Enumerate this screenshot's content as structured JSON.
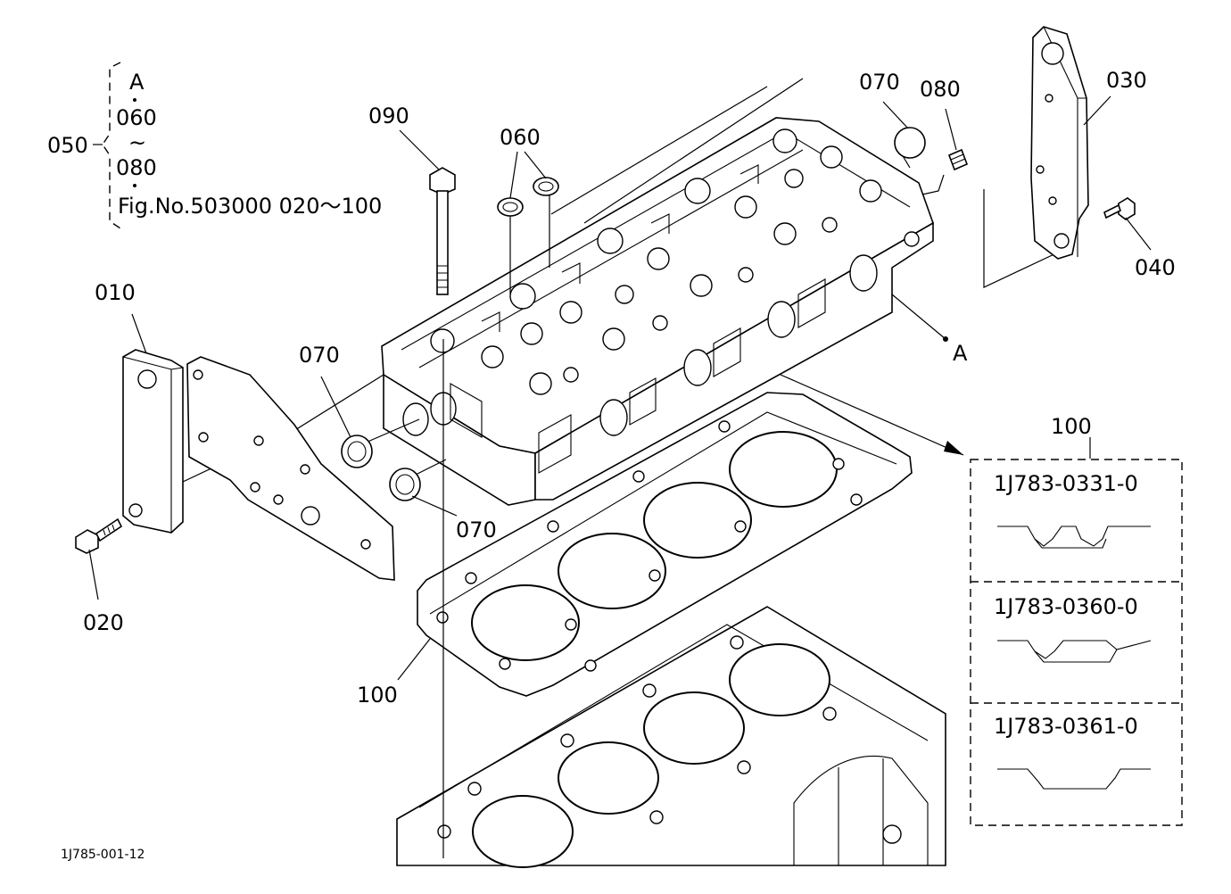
{
  "legend": {
    "group_label": "050",
    "line_1": "A",
    "line_2": "060",
    "line_3": "~",
    "line_4": "080",
    "line_5": "Fig.No.503000  020～100"
  },
  "callouts": {
    "p010": "010",
    "p020": "020",
    "p030": "030",
    "p040": "040",
    "p060": "060",
    "p070_top": "070",
    "p070_left": "070",
    "p070_bottom": "070",
    "p080": "080",
    "p090": "090",
    "p100_gasket": "100",
    "point_a": "A"
  },
  "variants": {
    "label": "100",
    "items": [
      {
        "part_no": "1J783-0331-0"
      },
      {
        "part_no": "1J783-0360-0"
      },
      {
        "part_no": "1J783-0361-0"
      }
    ]
  },
  "figure_code": "1J785-001-12"
}
